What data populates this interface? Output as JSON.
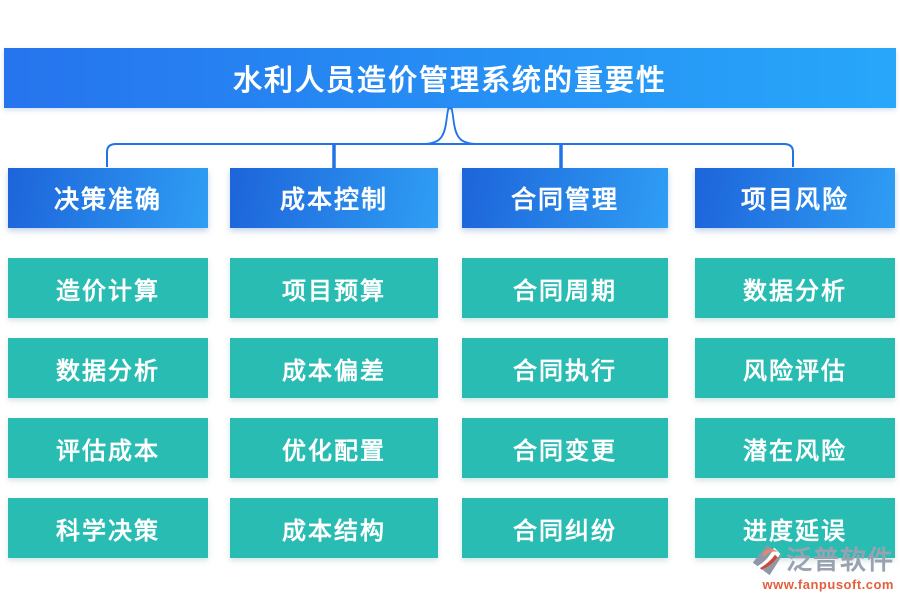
{
  "title": "水利人员造价管理系统的重要性",
  "columns": [
    {
      "id": "decision",
      "header": "决策准确",
      "items": [
        "造价计算",
        "数据分析",
        "评估成本",
        "科学决策"
      ]
    },
    {
      "id": "cost",
      "header": "成本控制",
      "items": [
        "项目预算",
        "成本偏差",
        "优化配置",
        "成本结构"
      ]
    },
    {
      "id": "contract",
      "header": "合同管理",
      "items": [
        "合同周期",
        "合同执行",
        "合同变更",
        "合同纠纷"
      ]
    },
    {
      "id": "risk",
      "header": "项目风险",
      "items": [
        "数据分析",
        "风险评估",
        "潜在风险",
        "进度延误"
      ]
    }
  ],
  "watermark": {
    "brand": "泛普软件",
    "url": "www.fanpusoft.com",
    "logo_icon": "fanpu-logo"
  },
  "colors": {
    "title_grad_left": "#2674ee",
    "title_grad_right": "#27a7fa",
    "header_grad_left": "#1d64da",
    "header_grad_right": "#2f9ef4",
    "node_teal": "#29bcb2",
    "connector_blue": "#2273e8",
    "watermark_gray": "#98a2b0",
    "watermark_red": "#c84a36",
    "watermark_salmon": "#e08a72",
    "watermark_url_orange": "#e2603b"
  }
}
